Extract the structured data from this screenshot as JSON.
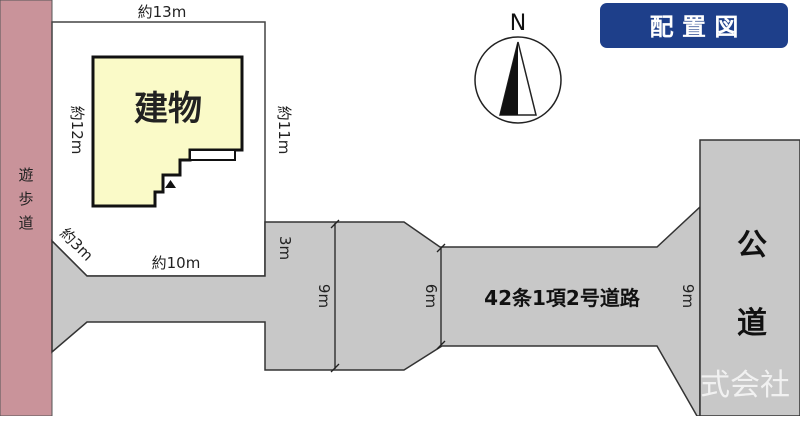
{
  "title": "配 置 図",
  "north_label": "N",
  "building_label": "建物",
  "walkway_label": [
    "遊",
    "歩",
    "道"
  ],
  "public_road_label": [
    "公",
    "道"
  ],
  "private_road_label": "42条1項2号道路",
  "dimensions": {
    "top_width": "約13m",
    "left_depth": "約12m",
    "right_depth": "約11m",
    "bottom_width": "約10m",
    "corner_cut": "約3m",
    "road_3m": "3m",
    "road_9m_left": "9m",
    "road_6m": "6m",
    "road_9m_right": "9m"
  },
  "watermark": "式会社",
  "colors": {
    "walkway": "#c9939a",
    "road": "#c8c8c8",
    "building": "#fafac8",
    "title_bg": "#1e3f8a",
    "outline": "#222222"
  },
  "icons": [
    "compass-north-arrow",
    "entrance-triangle"
  ]
}
